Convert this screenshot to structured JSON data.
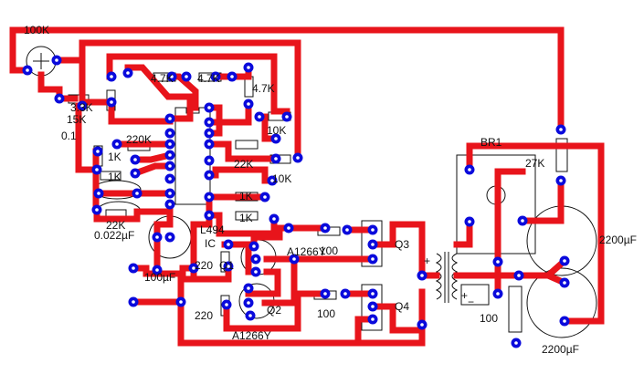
{
  "labels": {
    "pot": "100K",
    "r_33k": "3.3K",
    "r_15k": "15K",
    "c_01": "0.1",
    "r_47k_a": "4.7K",
    "r_47k_b": "4.7K",
    "r_47k_c": "4.7K",
    "r_10k_a": "10K",
    "r_10k_b": "10K",
    "r_220k": "220K",
    "r_1k_a": "1K",
    "r_1k_b": "1K",
    "r_1k_c": "1K",
    "r_1k_d": "1K",
    "r_22k": "22K",
    "r_22_k": "22K",
    "c_0022": "0.022µF",
    "ic": "IC",
    "ic_part": "L494",
    "c_100u": "100µF",
    "q1": "Q1",
    "q2": "Q2",
    "r_220_a": "220",
    "r_220_b": "220",
    "q1_part": "A1266Y",
    "q2_part": "A1266Y",
    "r_100_a": "100",
    "r_100_b": "100",
    "q3": "Q3",
    "q4": "Q4",
    "br1": "BR1",
    "r_27k": "27K",
    "c_2200_a": "2200µF",
    "c_2200_b": "2200µF",
    "r_100_c": "100",
    "plus_a": "+",
    "plus_b": "+",
    "minus": "−"
  },
  "colors": {
    "trace": "#e8141b",
    "pad": "#0a0adc",
    "pad_center": "#ffffff",
    "outline": "#111111"
  }
}
